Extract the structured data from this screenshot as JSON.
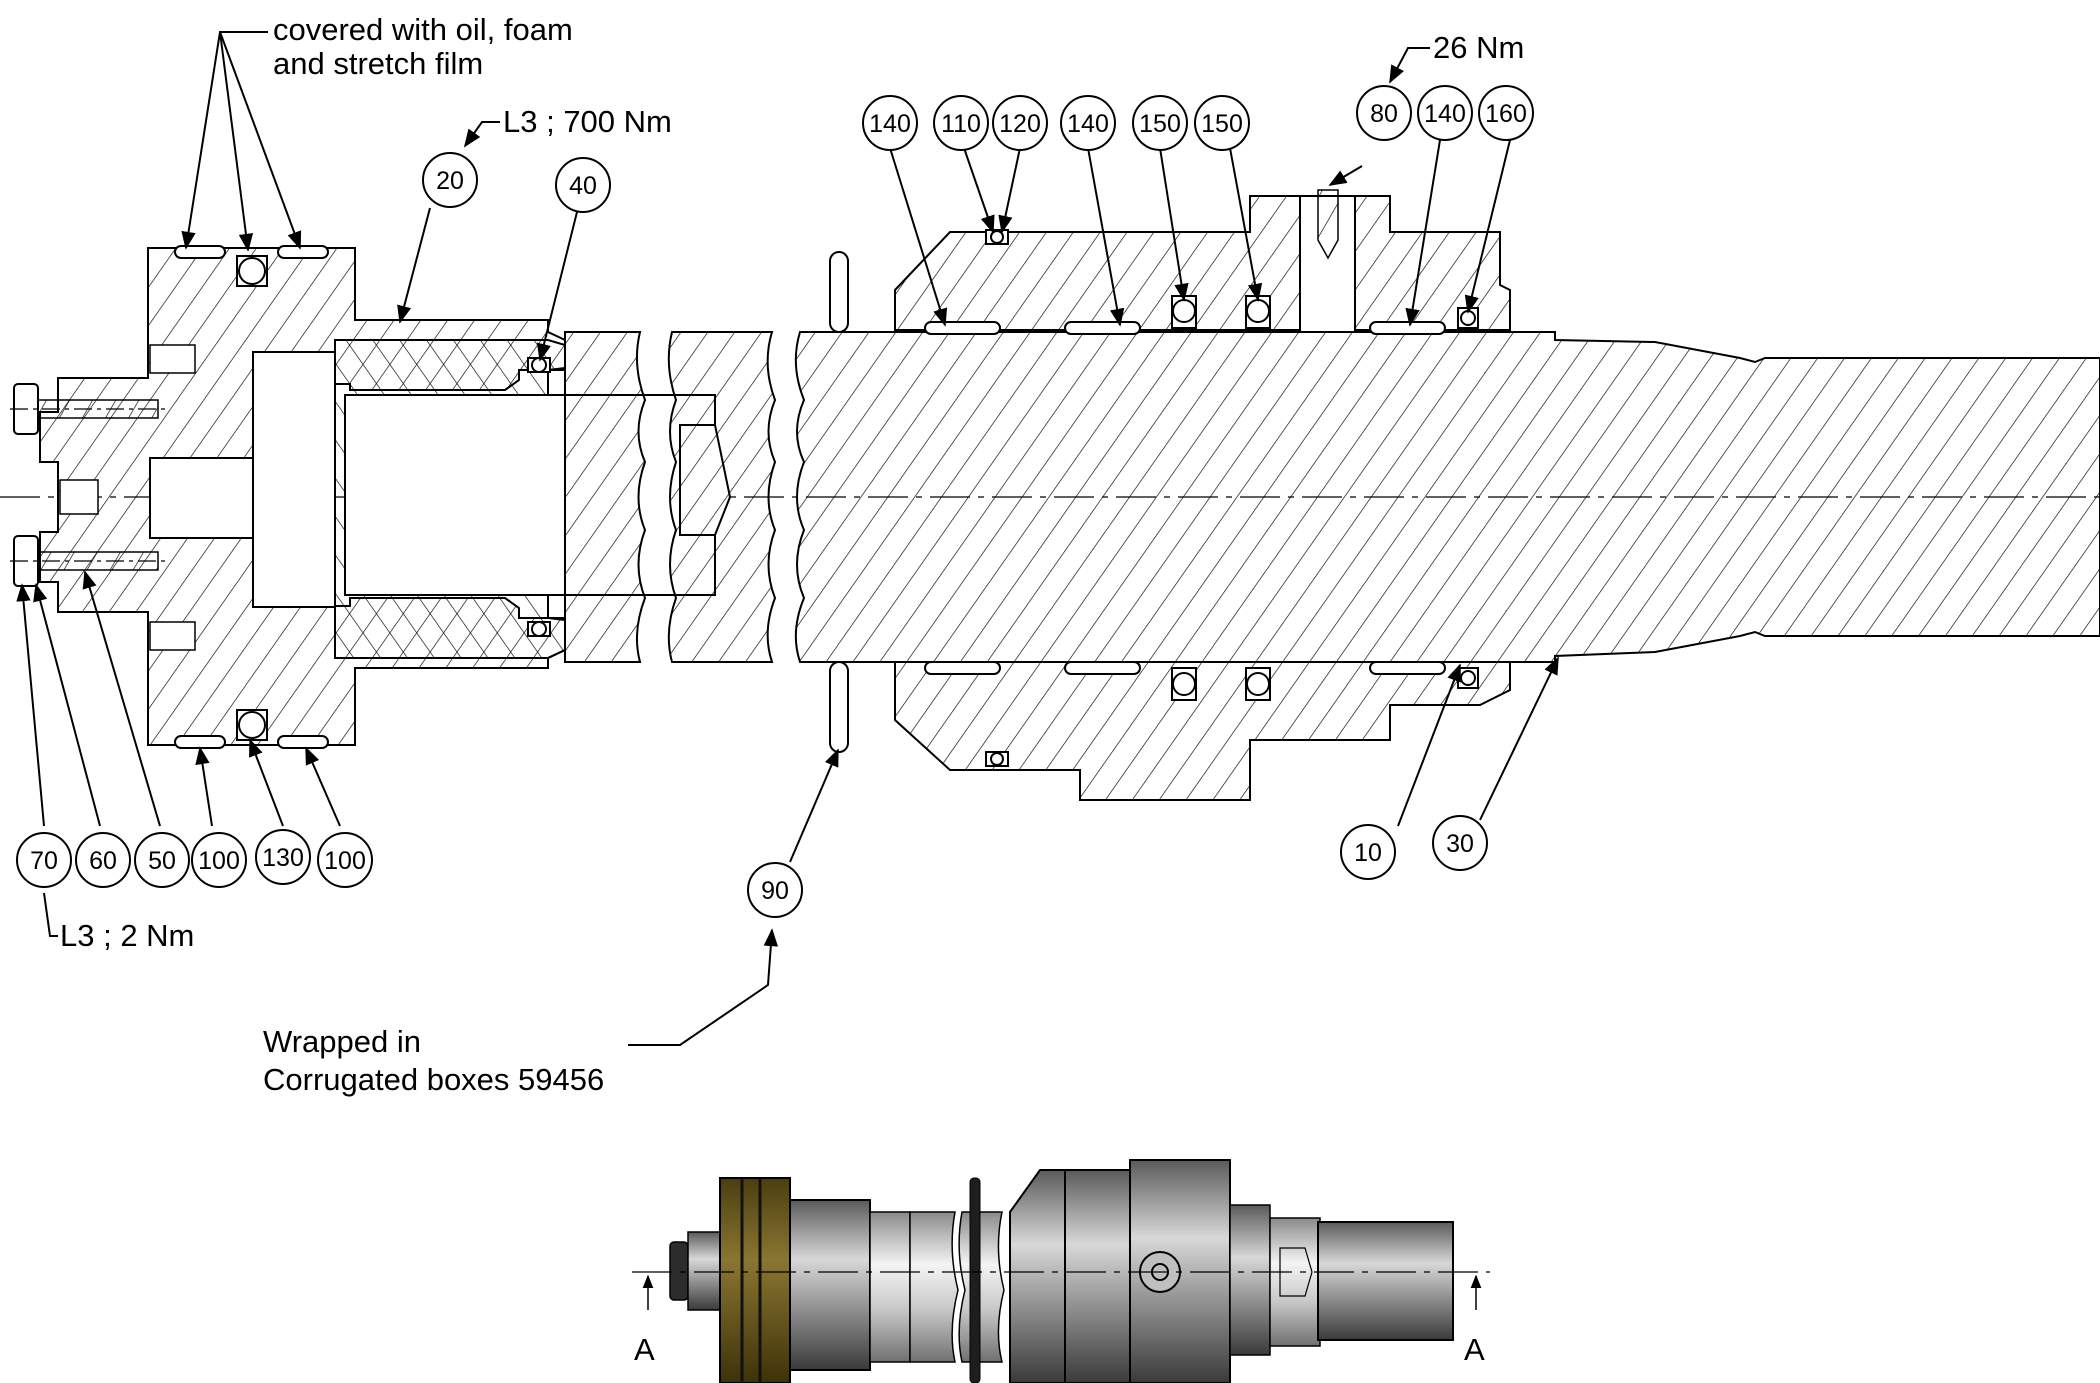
{
  "notes": {
    "covered": [
      "covered with oil, foam",
      "and stretch film"
    ],
    "torque_20": "L3 ; 700 Nm",
    "torque_80": "26 Nm",
    "torque_70": "L3 ; 2 Nm",
    "wrapped": [
      "Wrapped in",
      "Corrugated boxes  59456"
    ],
    "section_a_left": "A",
    "section_a_right": "A"
  },
  "balloons": {
    "b20": "20",
    "b40": "40",
    "b140a": "140",
    "b110": "110",
    "b120": "120",
    "b140b": "140",
    "b150a": "150",
    "b150b": "150",
    "b80": "80",
    "b140c": "140",
    "b160": "160",
    "b70": "70",
    "b60": "60",
    "b50": "50",
    "b100a": "100",
    "b130": "130",
    "b100b": "100",
    "b90": "90",
    "b10": "10",
    "b30": "30"
  },
  "colors": {
    "line": "#000000",
    "bronze": "#6b5a1e",
    "steel_dark": "#4a4a4a",
    "steel_mid": "#8c8c8c",
    "steel_light": "#d9d9d9"
  }
}
